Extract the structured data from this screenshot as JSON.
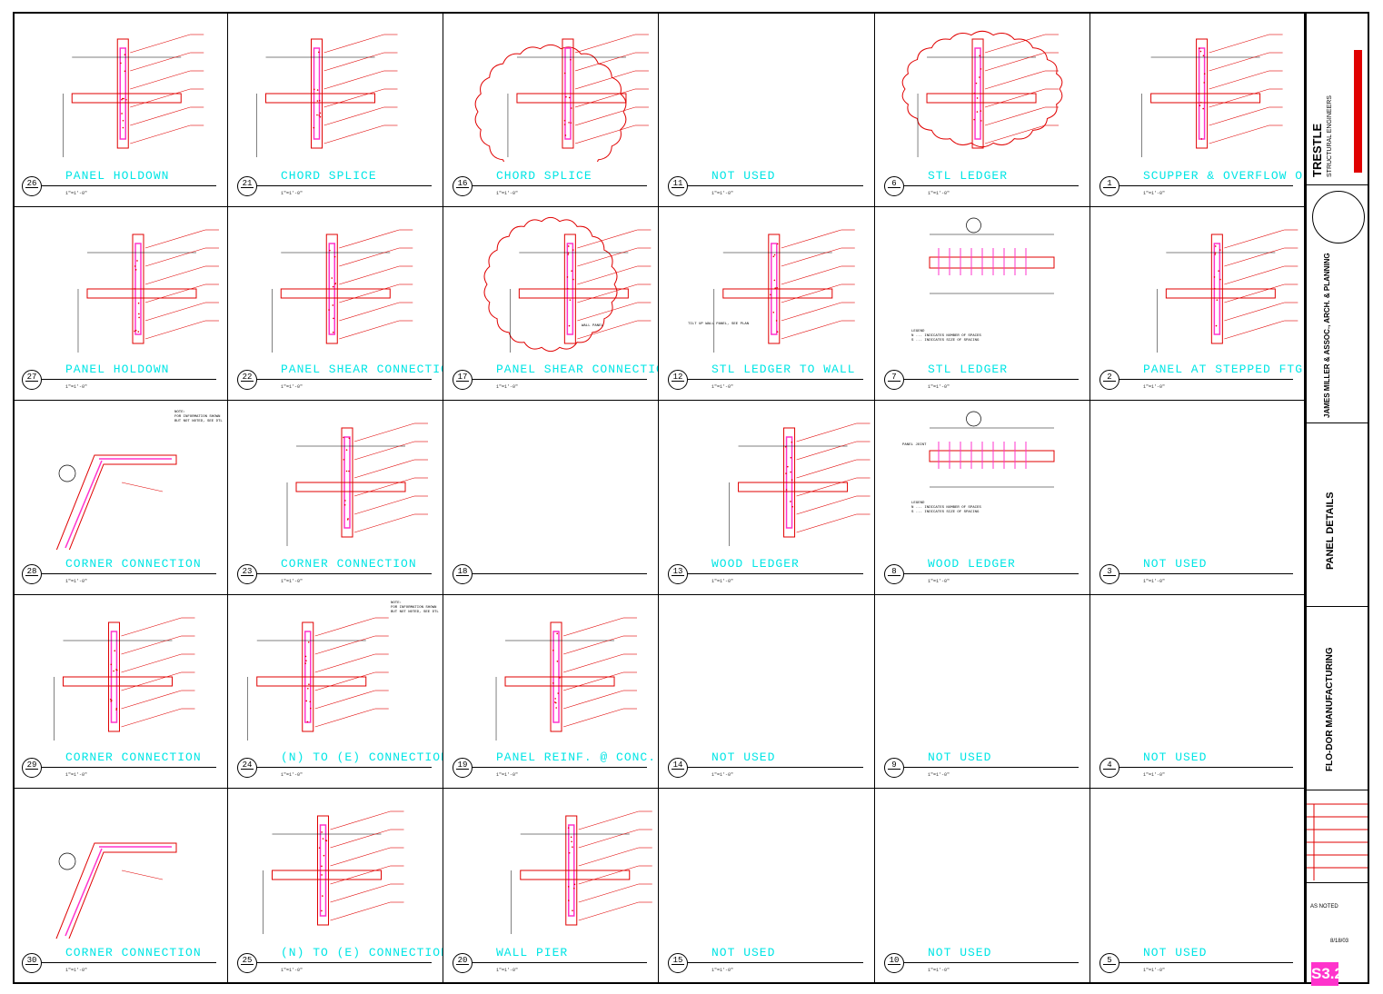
{
  "details": [
    {
      "row": 0,
      "col": 0,
      "num": "26",
      "title": "PANEL HOLDOWN",
      "scale": "1\"=1'-0\""
    },
    {
      "row": 0,
      "col": 1,
      "num": "21",
      "title": "CHORD SPLICE",
      "scale": "1\"=1'-0\""
    },
    {
      "row": 0,
      "col": 2,
      "num": "16",
      "title": "CHORD SPLICE",
      "scale": "1\"=1'-0\""
    },
    {
      "row": 0,
      "col": 3,
      "num": "11",
      "title": "NOT USED",
      "scale": "1\"=1'-0\""
    },
    {
      "row": 0,
      "col": 4,
      "num": "6",
      "title": "STL LEDGER",
      "scale": "1\"=1'-0\""
    },
    {
      "row": 0,
      "col": 5,
      "num": "1",
      "title": "SCUPPER & OVERFLOW OPNGS",
      "scale": "1\"=1'-0\""
    },
    {
      "row": 1,
      "col": 0,
      "num": "27",
      "title": "PANEL HOLDOWN",
      "scale": "1\"=1'-0\""
    },
    {
      "row": 1,
      "col": 1,
      "num": "22",
      "title": "PANEL SHEAR CONNECTION",
      "scale": "1\"=1'-0\""
    },
    {
      "row": 1,
      "col": 2,
      "num": "17",
      "title": "PANEL SHEAR CONNECTION",
      "scale": "1\"=1'-0\""
    },
    {
      "row": 1,
      "col": 3,
      "num": "12",
      "title": "STL LEDGER TO WALL",
      "scale": "1\"=1'-0\""
    },
    {
      "row": 1,
      "col": 4,
      "num": "7",
      "title": "STL LEDGER",
      "scale": "1\"=1'-0\""
    },
    {
      "row": 1,
      "col": 5,
      "num": "2",
      "title": "PANEL AT STEPPED FTG",
      "scale": "1\"=1'-0\""
    },
    {
      "row": 2,
      "col": 0,
      "num": "28",
      "title": "CORNER CONNECTION",
      "scale": "1\"=1'-0\""
    },
    {
      "row": 2,
      "col": 1,
      "num": "23",
      "title": "CORNER CONNECTION",
      "scale": "1\"=1'-0\""
    },
    {
      "row": 2,
      "col": 2,
      "num": "18",
      "title": "",
      "scale": ""
    },
    {
      "row": 2,
      "col": 3,
      "num": "13",
      "title": "WOOD LEDGER",
      "scale": "1\"=1'-0\""
    },
    {
      "row": 2,
      "col": 4,
      "num": "8",
      "title": "WOOD LEDGER",
      "scale": "1\"=1'-0\""
    },
    {
      "row": 2,
      "col": 5,
      "num": "3",
      "title": "NOT USED",
      "scale": "1\"=1'-0\""
    },
    {
      "row": 3,
      "col": 0,
      "num": "29",
      "title": "CORNER CONNECTION",
      "scale": "1\"=1'-0\""
    },
    {
      "row": 3,
      "col": 1,
      "num": "24",
      "title": "(N) TO (E) CONNECTION",
      "scale": "1\"=1'-0\""
    },
    {
      "row": 3,
      "col": 2,
      "num": "19",
      "title": "PANEL REINF. @ CONC. LOAD",
      "scale": "1\"=1'-0\""
    },
    {
      "row": 3,
      "col": 3,
      "num": "14",
      "title": "NOT USED",
      "scale": "1\"=1'-0\""
    },
    {
      "row": 3,
      "col": 4,
      "num": "9",
      "title": "NOT USED",
      "scale": "1\"=1'-0\""
    },
    {
      "row": 3,
      "col": 5,
      "num": "4",
      "title": "NOT USED",
      "scale": "1\"=1'-0\""
    },
    {
      "row": 4,
      "col": 0,
      "num": "30",
      "title": "CORNER CONNECTION",
      "scale": "1\"=1'-0\""
    },
    {
      "row": 4,
      "col": 1,
      "num": "25",
      "title": "(N) TO (E) CONNECTION",
      "scale": "1\"=1'-0\""
    },
    {
      "row": 4,
      "col": 2,
      "num": "20",
      "title": "WALL PIER",
      "scale": "1\"=1'-0\""
    },
    {
      "row": 4,
      "col": 3,
      "num": "15",
      "title": "NOT USED",
      "scale": "1\"=1'-0\""
    },
    {
      "row": 4,
      "col": 4,
      "num": "10",
      "title": "NOT USED",
      "scale": "1\"=1'-0\""
    },
    {
      "row": 4,
      "col": 5,
      "num": "5",
      "title": "NOT USED",
      "scale": "1\"=1'-0\""
    }
  ],
  "notes": {
    "legend_7": "LEGEND\nN ... INDICATES NUMBER OF SPACES\nS ... INDICATES SIZE OF SPACING",
    "legend_8": "LEGEND\nN ... INDICATES NUMBER OF SPACES\nS ... INDICATES SIZE OF SPACING",
    "note_info": "NOTE:\nFOR INFORMATION SHOWN\nBUT NOT NOTED, SEE DTL",
    "panel_joint": "PANEL JOINT",
    "wall_panel": "WALL PANEL",
    "tilt_up": "TILT UP WALL PANEL, SEE PLAN"
  },
  "title_block": {
    "firm": "STRUCTURAL ENGINEERS",
    "architect": "JAMES MILLER & ASSOC., ARCH. & PLANNING",
    "drawing_title": "PANEL DETAILS",
    "project": "FLO-DOR MANUFACTURING",
    "sheet": "S3.2",
    "date": "8/18/03",
    "scale": "AS NOTED"
  },
  "colors": {
    "title_cyan": "#00e5e5",
    "line_red": "#e00000",
    "magenta": "#ff33cc",
    "grid": "#000000"
  }
}
